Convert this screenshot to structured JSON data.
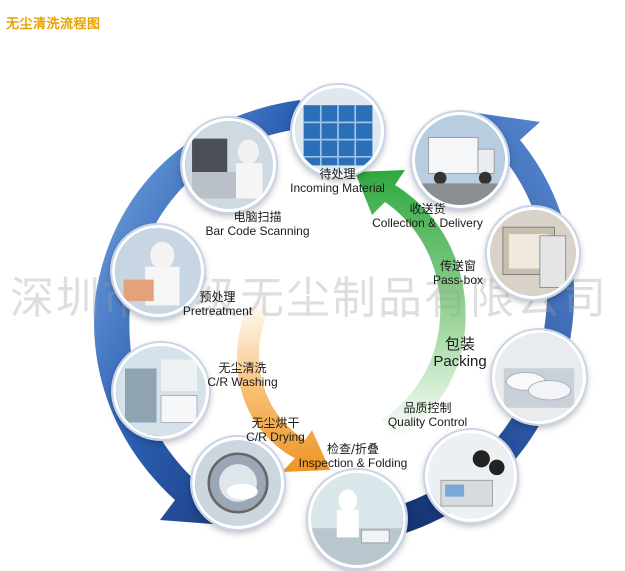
{
  "title": "无尘清洗流程图",
  "watermark": "深圳市净级无尘制品有限公司",
  "steps": [
    {
      "zh": "待处理",
      "en": "Incoming Material"
    },
    {
      "zh": "电脑扫描",
      "en": "Bar Code Scanning"
    },
    {
      "zh": "预处理",
      "en": "Pretreatment"
    },
    {
      "zh": "无尘清洗",
      "en": "C/R Washing"
    },
    {
      "zh": "无尘烘干",
      "en": "C/R Drying"
    },
    {
      "zh": "检查/折叠",
      "en": "Inspection & Folding"
    },
    {
      "zh": "品质控制",
      "en": "Quality Control"
    },
    {
      "zh": "包装",
      "en": "Packing"
    },
    {
      "zh": "传送窗",
      "en": "Pass-box"
    },
    {
      "zh": "收送货",
      "en": "Collection & Delivery"
    }
  ],
  "photos": [
    {
      "icon": "warehouse-shelves-icon"
    },
    {
      "icon": "delivery-truck-icon"
    },
    {
      "icon": "pass-box-icon"
    },
    {
      "icon": "packing-bags-icon"
    },
    {
      "icon": "quality-control-device-icon"
    },
    {
      "icon": "inspection-folding-icon"
    },
    {
      "icon": "washing-machine-drum-icon"
    },
    {
      "icon": "washing-room-icon"
    },
    {
      "icon": "pretreatment-worker-icon"
    },
    {
      "icon": "barcode-scanning-worker-icon"
    }
  ],
  "colors": {
    "title": "#e8a200",
    "outer_arrow": "#1f4e9c",
    "inner_arrow_green": "#39b34a",
    "inner_arrow_orange": "#f0a030"
  }
}
